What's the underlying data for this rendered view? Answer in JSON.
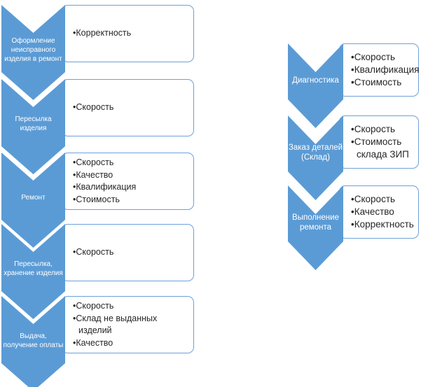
{
  "colors": {
    "chevron": "#5B9BD5",
    "box_border": "#6FA0D8",
    "bullet_text": "#262626",
    "label_text": "#FFFFFF",
    "background": "#FFFFFF"
  },
  "left_flow": {
    "items": [
      {
        "label": "Оформление\nнеисправного\nизделия в ремонт",
        "bullets": [
          "Корректность"
        ]
      },
      {
        "label": "Пересылка\nизделия",
        "bullets": [
          "Скорость"
        ]
      },
      {
        "label": "Ремонт",
        "bullets": [
          "Скорость",
          "Качество",
          "Квалификация",
          "Стоимость"
        ]
      },
      {
        "label": "Пересылка,\nхранение изделия",
        "bullets": [
          "Скорость"
        ]
      },
      {
        "label": "Выдача,\nполучение оплаты",
        "bullets": [
          "Скорость",
          "Склад не выданных изделий",
          "Качество"
        ]
      }
    ]
  },
  "right_flow": {
    "items": [
      {
        "label": "Диагностика",
        "bullets": [
          "Скорость",
          "Квалификация",
          "Стоимость"
        ]
      },
      {
        "label": "Заказ деталей\n(Склад)",
        "bullets": [
          "Скорость",
          "Стоимость склада ЗИП"
        ]
      },
      {
        "label": "Выполнение\nремонта",
        "bullets": [
          "Скорость",
          "Качество",
          "Корректность"
        ]
      }
    ]
  }
}
